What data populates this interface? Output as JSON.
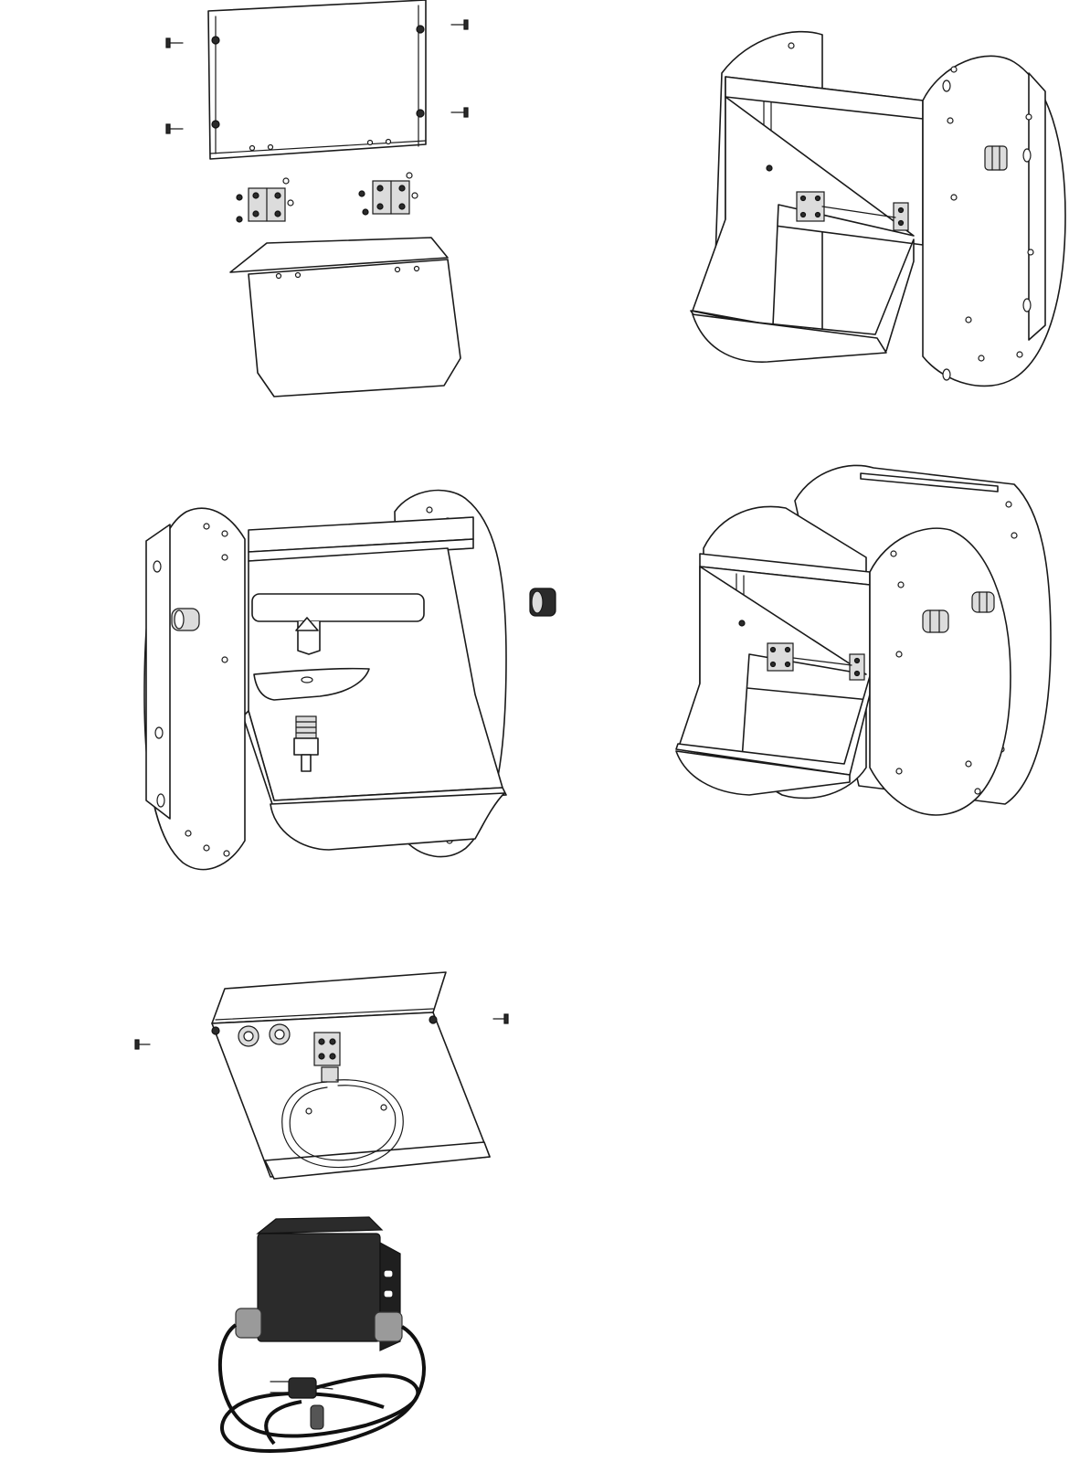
{
  "figure": {
    "views": [
      "exploded-door-assembly",
      "assembled-housing-rear",
      "housing-front-open",
      "assembled-housing-front",
      "bottom-tray-with-heater",
      "power-transformer"
    ]
  },
  "palette": {
    "line": "#1a1a1a",
    "fill": "#ffffff",
    "transformer_body": "#2b2b2b",
    "gland": "#9a9a9a"
  },
  "icons": [
    "screw-icon",
    "hinge-icon",
    "nut-icon",
    "fitting-icon",
    "plug-icon"
  ]
}
